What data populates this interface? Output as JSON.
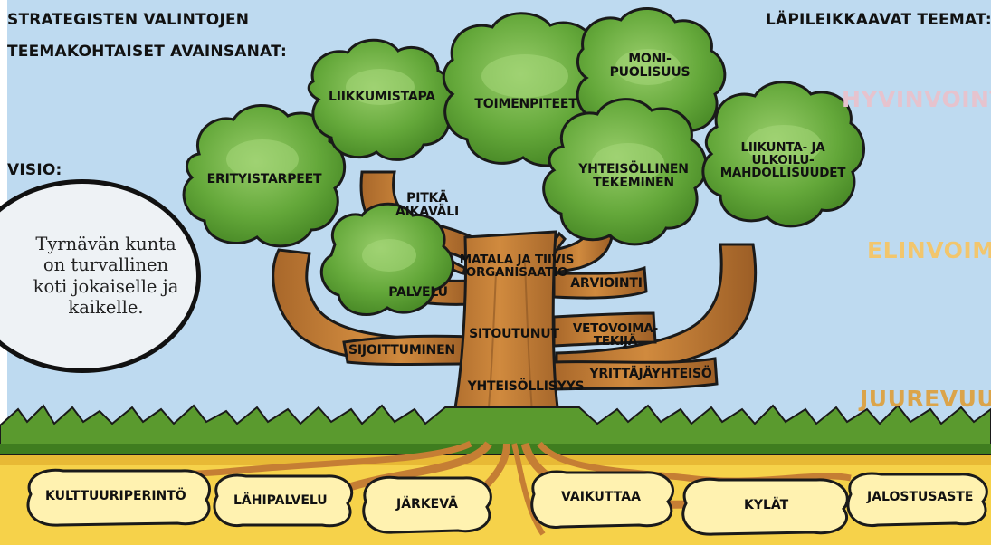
{
  "headers": {
    "keywords_title_line1": "STRATEGISTEN VALINTOJEN",
    "keywords_title_line2": "TEEMAKOHTAISET AVAINSANAT:",
    "themes_title": "LÄPILEIKKAAVAT TEEMAT:",
    "vision_title": "VISIO:"
  },
  "vision_text": "Tyrnävän kunta\non turvallinen\nkoti jokaiselle ja\nkaikelle.",
  "themes": [
    {
      "label": "HYVINVOINTI",
      "color": "#e6c3ce"
    },
    {
      "label": "ELINVOIMA",
      "color": "#f2c66d"
    },
    {
      "label": "JUUREVUUS",
      "color": "#dba44a"
    }
  ],
  "canopy_keywords": {
    "liikkumistapa": "LIIKKUMISTAPA",
    "toimenpiteet": "TOIMENPITEET",
    "monipuolisuus": "MONI-\nPUOLISUUS",
    "erityistarpeet": "ERITYISTARPEET",
    "yhteisollinen_tekeminen": "YHTEISÖLLINEN\nTEKEMINEN",
    "liikunta": "LIIKUNTA- JA\nULKOILU-\nMAHDOLLISUUDET"
  },
  "branch_keywords": {
    "pitka_aikavali": "PITKÄ\nAIKAVÄLI",
    "matala": "MATALA JA TIIVIS\nORGANISAATIO",
    "arviointi": "ARVIOINTI",
    "palvelu": "PALVELU",
    "sitoutunut": "SITOUTUNUT",
    "vetovoimatekija": "VETOVOIMA-\nTEKIJÄ",
    "sijoittuminen": "SIJOITTUMINEN",
    "yhteisollisyys": "YHTEISÖLLISYYS",
    "yrittajayhteiso": "YRITTÄJÄYHTEISÖ"
  },
  "root_keywords": {
    "kulttuuriperinto": "KULTTUURIPERINTÖ",
    "lahipalvelu": "LÄHIPALVELU",
    "jarkeva": "JÄRKEVÄ",
    "vaikuttaa": "VAIKUTTAA",
    "kylat": "KYLÄT",
    "jalostusaste": "JALOSTUSASTE"
  },
  "colors": {
    "sky": "#bedaf0",
    "grass": "#5a9a2e",
    "ground": "#f6d24a",
    "canopy": "#5fa537",
    "canopy_light": "#86c05a",
    "trunk": "#c57e34",
    "trunk_dark": "#8a5523",
    "root_pad": "#fff2b0",
    "outline": "#1a1a1a"
  }
}
